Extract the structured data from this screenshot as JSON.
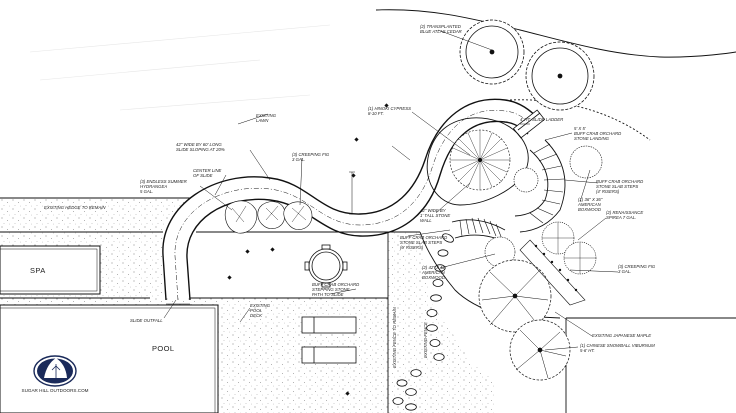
{
  "plan": {
    "areas": {
      "spa": "SPA",
      "pool": "POOL"
    },
    "notes": [
      {
        "id": "blue-atlas-cedar",
        "lines": [
          "(2) TRANSPLANTED",
          "BLUE ATLAS CEDAR"
        ]
      },
      {
        "id": "hinoki-cypress",
        "lines": [
          "(1) HINOKI CYPRESS",
          "8-10 FT."
        ]
      },
      {
        "id": "slide-ladder",
        "lines": [
          "4' HT. SLIDE LADDER"
        ]
      },
      {
        "id": "stone-landing",
        "lines": [
          "5' X 5'",
          "BUFF CRAB ORCHARD",
          "STONE LANDING"
        ]
      },
      {
        "id": "existing-lawn",
        "lines": [
          "EXISTING",
          "LAWN"
        ]
      },
      {
        "id": "slide-sloping",
        "lines": [
          "42\" WIDE BY 60' LONG",
          "SLIDE SLOPING AT 20%"
        ]
      },
      {
        "id": "creeping-fig-top",
        "lines": [
          "(3) CREEPING FIG",
          "3 GAL."
        ]
      },
      {
        "id": "center-line",
        "lines": [
          "CENTER LINE",
          "OF SLIDE"
        ]
      },
      {
        "id": "hydrangea",
        "lines": [
          "(3) ENDLESS SUMMER",
          "HYDRANGEA",
          "5 GAL."
        ]
      },
      {
        "id": "stone-slab-steps-right",
        "lines": [
          "BUFF CRAB ORCHARD",
          "STONE SLAB STEPS",
          "(4' RISERS)"
        ]
      },
      {
        "id": "american-boxwood-right",
        "lines": [
          "(1) 36\" X 36\"",
          "AMERICAN",
          "BOXWOOD"
        ]
      },
      {
        "id": "renaissance-spirea",
        "lines": [
          "(2) RENAISSANCE",
          "SPIREA 7 GAL."
        ]
      },
      {
        "id": "stone-wall",
        "lines": [
          "42\" WIDE BY",
          "1' TALL STONE",
          "WALL"
        ]
      },
      {
        "id": "hedge-to-remain",
        "lines": [
          "EXISTING HEDGE TO REMAIN"
        ]
      },
      {
        "id": "stone-slab-steps-center",
        "lines": [
          "BUFF CRAB ORCHARD",
          "STONE SLAB STEPS",
          "(6' RISERS)"
        ]
      },
      {
        "id": "american-boxwood-center",
        "lines": [
          "(2) 42\" X 42\"",
          "AMERICAN",
          "BOXWOOD"
        ]
      },
      {
        "id": "creeping-fig-right",
        "lines": [
          "(3) CREEPING FIG",
          "3 GAL."
        ]
      },
      {
        "id": "stepping-stone-to-slide",
        "lines": [
          "BUFF CRAB ORCHARD",
          "STEPPING STONE",
          "PATH TO SLIDE"
        ]
      },
      {
        "id": "pool-deck",
        "lines": [
          "EXISTING",
          "POOL",
          "DECK"
        ]
      },
      {
        "id": "slide-outfall",
        "lines": [
          "SLIDE OUTFALL"
        ]
      },
      {
        "id": "japanese-maple",
        "lines": [
          "EXISTING JAPANESE MAPLE"
        ]
      },
      {
        "id": "snowball-viburnum",
        "lines": [
          "(1) CHINESE SNOWBALL VIBURNUM",
          "5-6' HT."
        ]
      }
    ],
    "vertical_notes": {
      "fence-left": "EXISTING FENCE TO REMAIN",
      "fence-right": "EXISTING FENCE"
    }
  },
  "logo": {
    "company": "SUGAR HILL OUTDOORS.COM"
  }
}
